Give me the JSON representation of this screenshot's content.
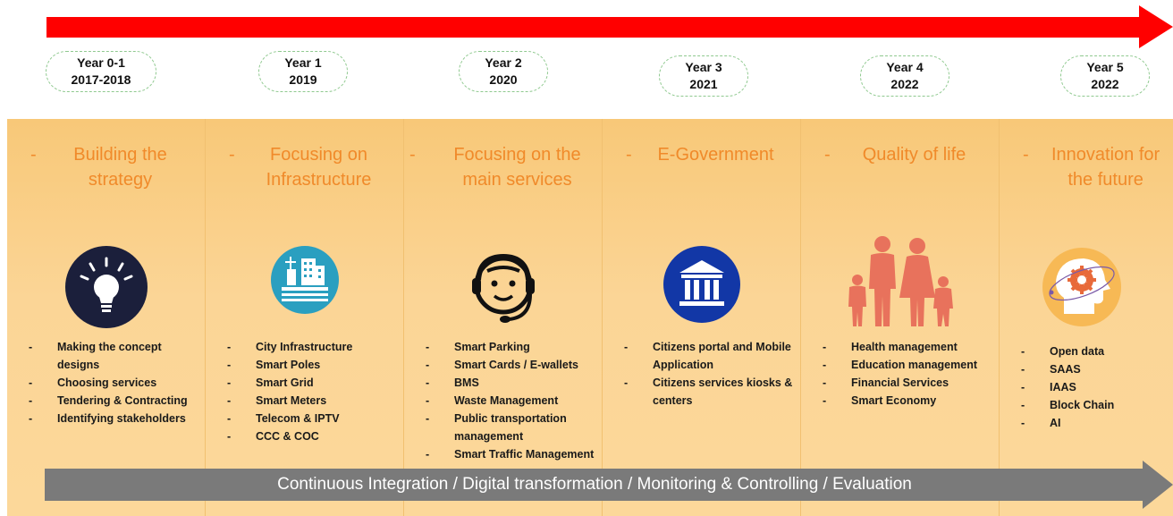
{
  "years": [
    {
      "label": "Year 0-1",
      "period": "2017-2018"
    },
    {
      "label": "Year 1",
      "period": "2019"
    },
    {
      "label": "Year 2",
      "period": "2020"
    },
    {
      "label": "Year 3",
      "period": "2021"
    },
    {
      "label": "Year 4",
      "period": "2022"
    },
    {
      "label": "Year 5",
      "period": "2022"
    }
  ],
  "columns": [
    {
      "dash": "-",
      "title_l1": "Building the",
      "title_l2": "strategy",
      "icon": "lightbulb-icon",
      "items": [
        "Making the concept designs",
        "Choosing services",
        "Tendering & Contracting",
        "Identifying stakeholders"
      ]
    },
    {
      "dash": "-",
      "title_l1": "Focusing on",
      "title_l2": "Infrastructure",
      "icon": "city-infrastructure-icon",
      "items": [
        "City Infrastructure",
        "Smart Poles",
        "Smart Grid",
        "Smart Meters",
        "Telecom & IPTV",
        "CCC & COC"
      ]
    },
    {
      "dash": "-",
      "title_l1": "Focusing on the",
      "title_l2": "main services",
      "icon": "headset-agent-icon",
      "items": [
        "Smart Parking",
        "Smart Cards / E-wallets",
        "BMS",
        "Waste Management",
        "Public transportation management",
        "Smart Traffic Management"
      ]
    },
    {
      "dash": "-",
      "title_l1": "E-Government",
      "title_l2": "",
      "icon": "government-building-icon",
      "items": [
        "Citizens portal and Mobile Application",
        "Citizens services kiosks & centers"
      ]
    },
    {
      "dash": "-",
      "title_l1": "Quality of life",
      "title_l2": "",
      "icon": "family-icon",
      "items": [
        "Health management",
        "Education management",
        "Financial Services",
        "Smart Economy"
      ]
    },
    {
      "dash": "-",
      "title_l1": "Innovation for",
      "title_l2": "the future",
      "icon": "innovation-head-gear-icon",
      "items": [
        "Open data",
        "SAAS",
        "IAAS",
        "Block Chain",
        "AI"
      ]
    }
  ],
  "bottom_banner": "Continuous Integration /  Digital transformation / Monitoring & Controlling / Evaluation",
  "colors": {
    "top_arrow": "#ff0000",
    "bottom_arrow": "#7a7a7a",
    "title": "#f08a2a",
    "column_bg": "#fbd596"
  }
}
